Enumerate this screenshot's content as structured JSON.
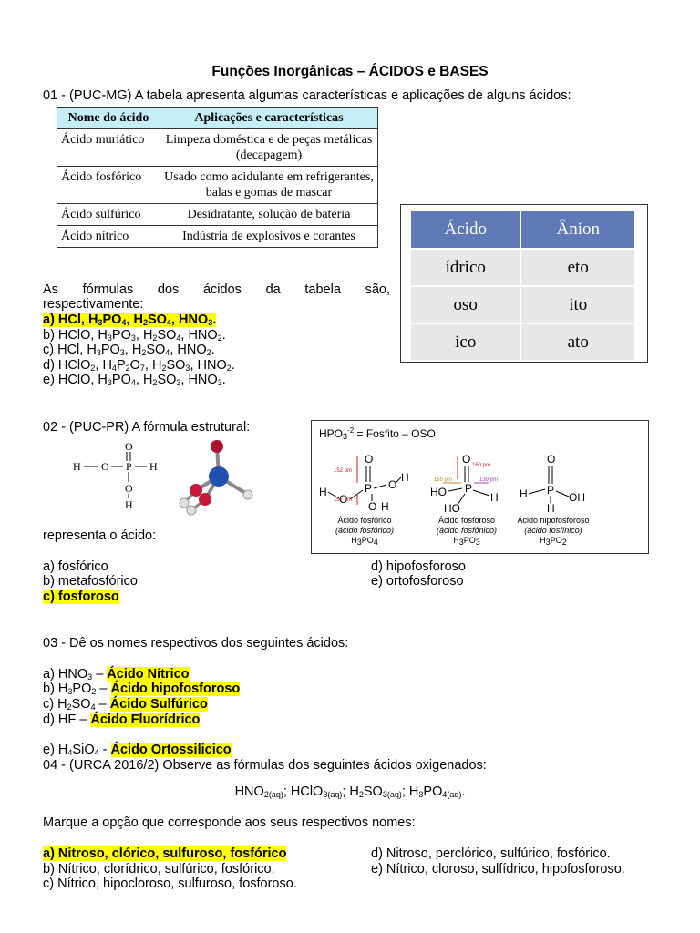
{
  "title": "Funções Inorgânicas – ÁCIDOS e BASES",
  "q1": {
    "stem": "01 - (PUC-MG) A tabela apresenta algumas características e aplicações de alguns ácidos:",
    "table_headers": [
      "Nome do ácido",
      "Aplicações e características"
    ],
    "table_rows": [
      [
        "Ácido muriático",
        "Limpeza doméstica e de peças metálicas (decapagem)"
      ],
      [
        "Ácido fosfórico",
        "Usado como acidulante em refrigerantes, balas e gomas de mascar"
      ],
      [
        "Ácido sulfúrico",
        "Desidratante, solução de bateria"
      ],
      [
        "Ácido nítrico",
        "Indústria de explosivos e corantes"
      ]
    ],
    "question_line1": "As fórmulas dos ácidos da tabela são,",
    "question_line2": "respectivamente:"
  },
  "anion_table": {
    "headers": [
      "Ácido",
      "Ânion"
    ],
    "rows": [
      [
        "ídrico",
        "eto"
      ],
      [
        "oso",
        "ito"
      ],
      [
        "ico",
        "ato"
      ]
    ]
  },
  "q2": {
    "stem": "02 - (PUC-PR) A fórmula estrutural:",
    "question": "representa o ácido:",
    "options_left": [
      "a) fosfórico",
      "b) metafosfórico",
      "c) fosforoso"
    ],
    "options_right": [
      "d) hipofosforoso",
      "e) ortofosforoso"
    ]
  },
  "hpo_box": {
    "title_prefix": "HPO",
    "title_sub": "3",
    "title_sup": "-2",
    "title_rest": " = Fosfito – OSO",
    "structs": [
      {
        "name": "Ácido fosfórico",
        "alt": "(ácido fosfórico)",
        "formula_a": "H",
        "formula_b": "3",
        "formula_c": "PO",
        "formula_d": "4"
      },
      {
        "name": "Ácido fosforoso",
        "alt": "(ácido fosfônico)",
        "formula_a": "H",
        "formula_b": "3",
        "formula_c": "PO",
        "formula_d": "3"
      },
      {
        "name": "Ácido hipofosforoso",
        "alt": "(ácido fosfínico)",
        "formula_a": "H",
        "formula_b": "3",
        "formula_c": "PO",
        "formula_d": "2"
      }
    ],
    "pm_labels": [
      "152 pm",
      "157 pm",
      "160 pm",
      "155 pm",
      "139 pm"
    ]
  },
  "q3": {
    "stem": "03 - Dê os nomes respectivos dos seguintes ácidos:",
    "answers": [
      "Ácido Nítrico",
      "Ácido hipofosforoso",
      "Ácido Sulfúrico",
      "Ácido Fluorídrico",
      "Ácido Ortossilicico"
    ]
  },
  "q4": {
    "stem": "04 - (URCA 2016/2) Observe as fórmulas dos seguintes ácidos oxigenados:",
    "prompt": "Marque a opção que corresponde aos seus respectivos nomes:",
    "options_left": [
      "a) Nitroso, clórico, sulfuroso, fosfórico",
      "b) Nítrico, clorídrico, sulfúrico, fosfórico.",
      "c) Nítrico, hipocloroso, sulfuroso, fosforoso."
    ],
    "options_right": [
      "d) Nitroso, perclórico, sulfúrico, fosfórico.",
      "e) Nítrico, cloroso, sulfídrico, hipofosforoso."
    ]
  }
}
